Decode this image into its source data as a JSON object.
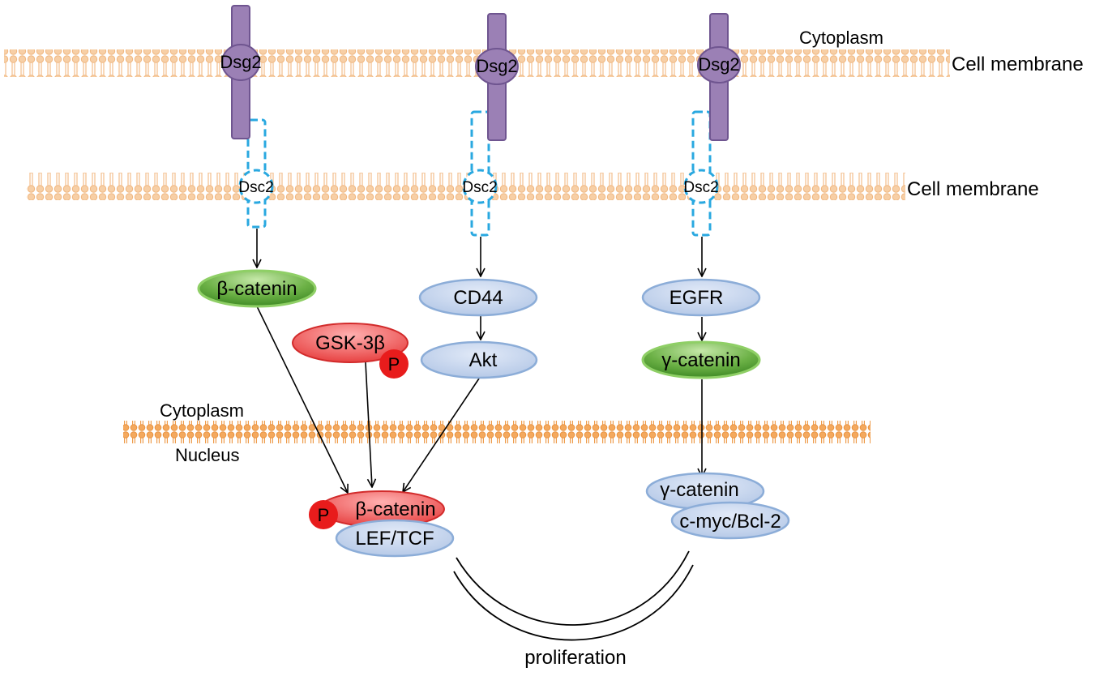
{
  "labels": {
    "cytoplasm_top": "Cytoplasm",
    "cell_membrane_top": "Cell membrane",
    "cell_membrane_bottom": "Cell membrane",
    "cytoplasm_mid": "Cytoplasm",
    "nucleus": "Nucleus",
    "proliferation": "proliferation"
  },
  "receptors": {
    "dsg2": "Dsg2",
    "dsc2": "Dsc2"
  },
  "nodes": {
    "beta_catenin_cyto": "β-catenin",
    "gsk3b": "GSK-3β",
    "phospho": "P",
    "cd44": "CD44",
    "akt": "Akt",
    "egfr": "EGFR",
    "gamma_catenin_cyto": "γ-catenin",
    "beta_catenin_nuc": "β-catenin",
    "lef_tcf": "LEF/TCF",
    "gamma_catenin_nuc": "γ-catenin",
    "cmyc_bcl2": "c-myc/Bcl-2"
  },
  "colors": {
    "membrane": "#f5c89c",
    "membrane_stroke": "#f0b67f",
    "nuclear_membrane": "#f2a458",
    "dsg2_fill": "#9b80b5",
    "dsg2_stroke": "#6f5590",
    "dsc2_stroke": "#29a8e0",
    "blue_node_fill": "#c7d6ee",
    "blue_node_stroke": "#8cadd8",
    "green_node_fill": "#7bbf52",
    "green_node_stroke": "#58a034",
    "red_node_fill": "#ee5b5b",
    "red_node_stroke": "#d22b2b",
    "phospho_fill": "#e81c1c"
  }
}
